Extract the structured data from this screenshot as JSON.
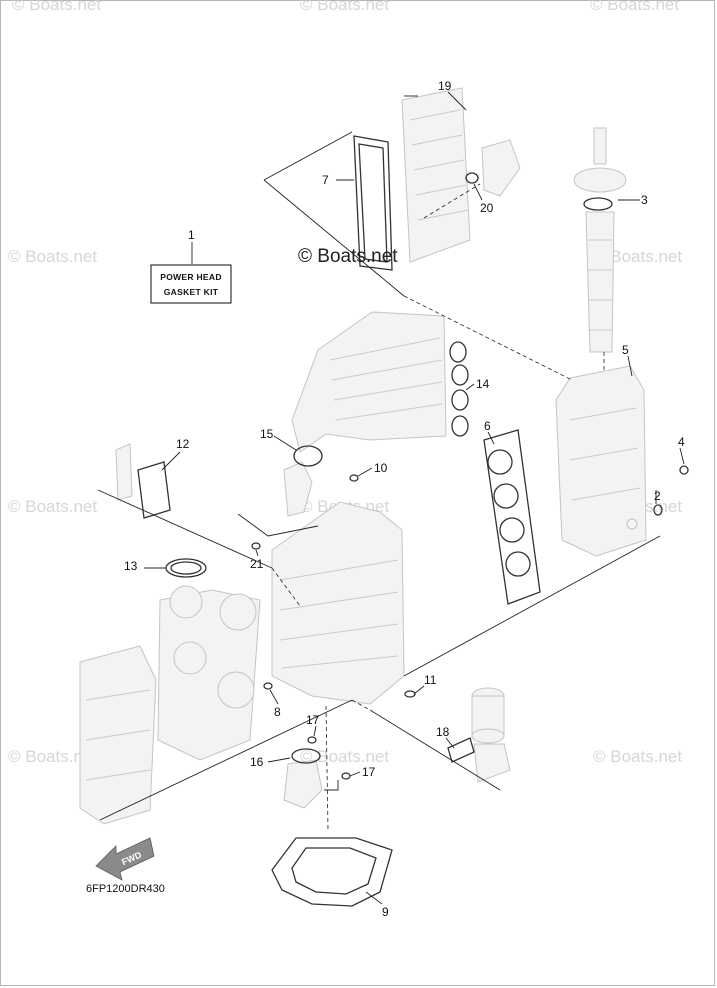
{
  "watermarks": {
    "main": "© Boats.net",
    "faint": "© Boats.net"
  },
  "kit_label": {
    "part_number": "1",
    "line1": "POWER HEAD",
    "line2": "GASKET KIT"
  },
  "fwd_arrow": {
    "text": "FWD"
  },
  "diagram_code": "6FP1200DR430",
  "callouts": {
    "p2": "2",
    "p3": "3",
    "p4": "4",
    "p5": "5",
    "p6": "6",
    "p7": "7",
    "p8": "8",
    "p9": "9",
    "p10": "10",
    "p11": "11",
    "p12": "12",
    "p13": "13",
    "p14": "14",
    "p15": "15",
    "p16": "16",
    "p17a": "17",
    "p17b": "17",
    "p18": "18",
    "p19": "19",
    "p20": "20",
    "p21": "21"
  },
  "colors": {
    "line": "#222222",
    "ghost_part": "#c4c4c4",
    "watermark": "#d6d6d6",
    "fwd_arrow": "#8a8a8a"
  }
}
